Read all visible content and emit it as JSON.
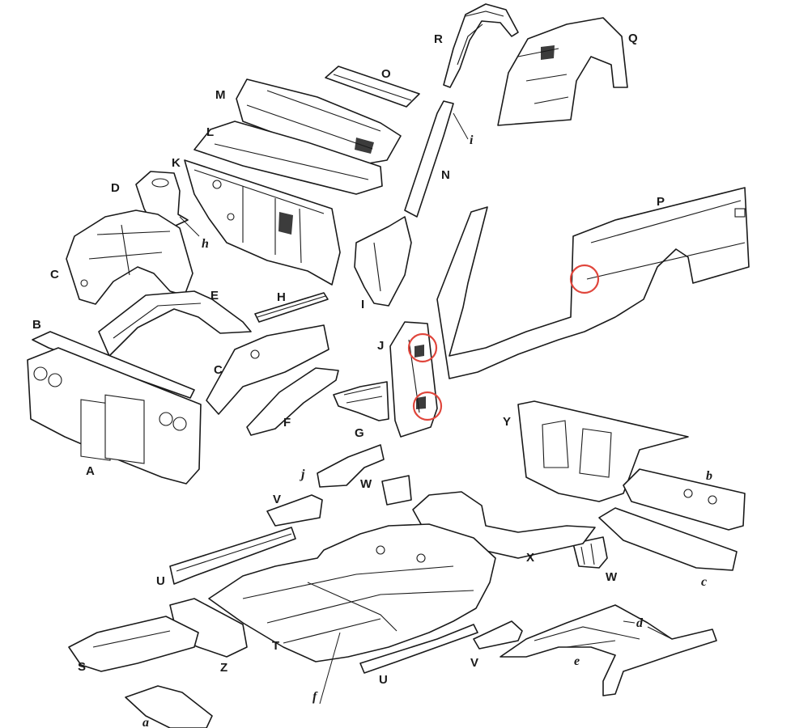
{
  "labels": {
    "A": "A",
    "B": "B",
    "C1": "C",
    "C2": "C",
    "D": "D",
    "E": "E",
    "F": "F",
    "G": "G",
    "H": "H",
    "I": "I",
    "J": "J",
    "K": "K",
    "L": "L",
    "M": "M",
    "N": "N",
    "O": "O",
    "P": "P",
    "Q": "Q",
    "R": "R",
    "S": "S",
    "T": "T",
    "U1": "U",
    "U2": "U",
    "V1": "V",
    "V2": "V",
    "W1": "W",
    "W2": "W",
    "X": "X",
    "Y": "Y",
    "Z": "Z"
  },
  "sub_labels": {
    "a": "a",
    "b": "b",
    "c": "c",
    "d": "d",
    "e": "e",
    "f": "f",
    "h": "h",
    "i": "i",
    "j": "j"
  },
  "colors": {
    "line": "#1a1a1a",
    "highlight": "#e0463c",
    "background": "#ffffff"
  }
}
